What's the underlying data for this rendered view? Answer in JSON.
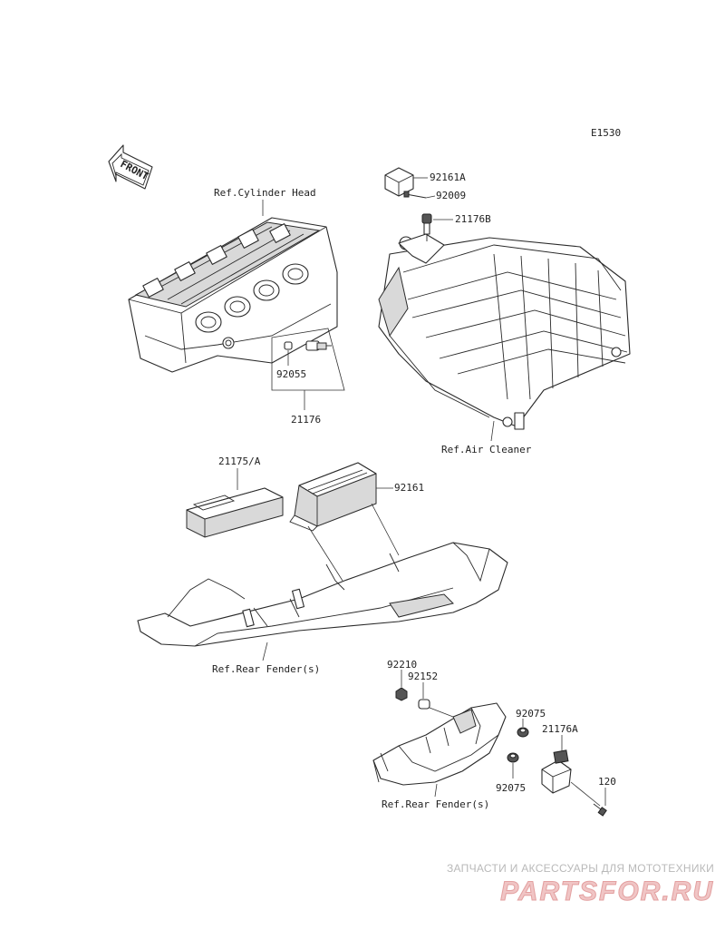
{
  "diagram_code": "E1530",
  "front_label": "FRONT",
  "labels": {
    "ref_cylinder_head": "Ref.Cylinder Head",
    "ref_air_cleaner": "Ref.Air Cleaner",
    "ref_rear_fender_1": "Ref.Rear Fender(s)",
    "ref_rear_fender_2": "Ref.Rear Fender(s)",
    "p92161A": "92161A",
    "p92009": "92009",
    "p21176B": "21176B",
    "p92055": "92055",
    "p21176": "21176",
    "p21175A": "21175/A",
    "p92161": "92161",
    "p92210": "92210",
    "p92152": "92152",
    "p92075a": "92075",
    "p21176A": "21176A",
    "p92075b": "92075",
    "p120": "120"
  },
  "watermark": {
    "tagline": "ЗАПЧАСТИ И АКСЕССУАРЫ ДЛЯ МОТОТЕХНИКИ",
    "brand": "PARTSFOR.RU",
    "color": "#e3a0a0"
  }
}
